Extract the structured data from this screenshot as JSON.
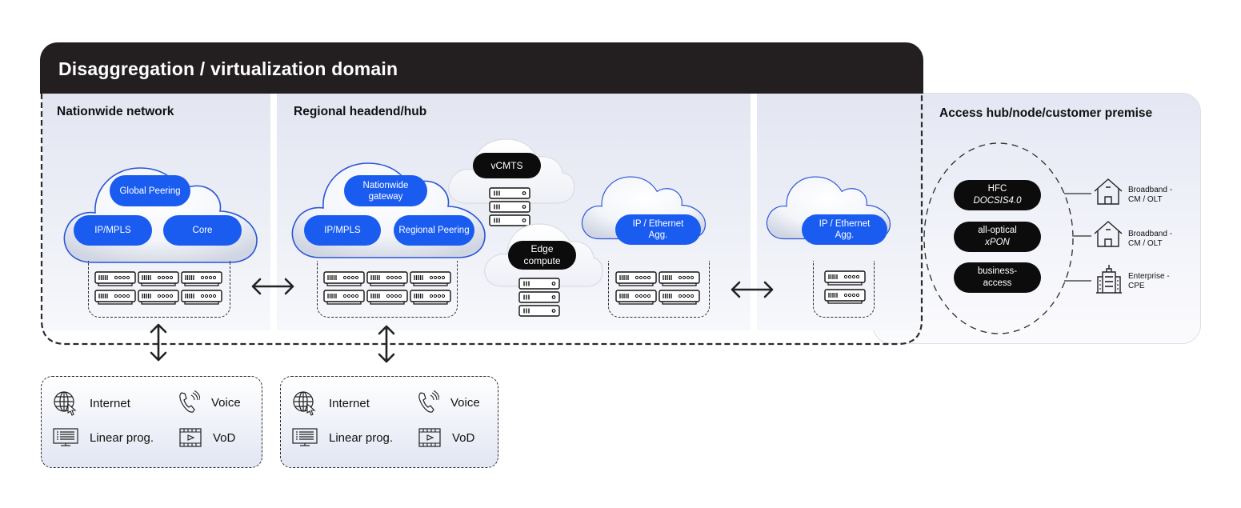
{
  "domain_header": {
    "title": "Disaggregation / virtualization domain"
  },
  "columns": {
    "nationwide": {
      "title": "Nationwide network",
      "cloud_nodes": [
        "Global Peering",
        "IP/MPLS",
        "Core"
      ],
      "server_count": 6
    },
    "regional": {
      "title": "Regional headend/hub",
      "cloud_nodes": [
        "Nationwide gateway",
        "IP/MPLS",
        "Regional Peering"
      ],
      "server_count": 6,
      "vcmts": {
        "label": "vCMTS",
        "server_count": 3
      },
      "edge": {
        "label_line1": "Edge",
        "label_line2": "compute",
        "server_count": 3
      },
      "agg": {
        "label_line1": "IP / Ethernet",
        "label_line2": "Agg.",
        "server_count": 4
      }
    },
    "aggregation": {
      "label_line1": "IP / Ethernet",
      "label_line2": "Agg.",
      "server_count": 2
    },
    "access": {
      "title": "Access hub/node/customer premise",
      "technologies": [
        {
          "line1": "HFC",
          "line2": "DOCSIS4.0",
          "line2_italic": true
        },
        {
          "line1": "all-optical",
          "line2": "xPON",
          "line2_italic": true
        },
        {
          "line1": "business-",
          "line2": "access",
          "line2_italic": false
        }
      ],
      "endpoints": [
        {
          "icon": "house-icon",
          "line1": "Broadband -",
          "line2": "CM / OLT"
        },
        {
          "icon": "house-icon",
          "line1": "Broadband -",
          "line2": "CM / OLT"
        },
        {
          "icon": "office-building-icon",
          "line1": "Enterprise -",
          "line2": "CPE"
        }
      ]
    }
  },
  "services": {
    "nationwide": [
      {
        "icon": "globe-cursor-icon",
        "label": "Internet"
      },
      {
        "icon": "phone-icon",
        "label": "Voice"
      },
      {
        "icon": "tv-guide-icon",
        "label": "Linear prog."
      },
      {
        "icon": "video-film-icon",
        "label": "VoD"
      }
    ],
    "regional": [
      {
        "icon": "globe-cursor-icon",
        "label": "Internet"
      },
      {
        "icon": "phone-icon",
        "label": "Voice"
      },
      {
        "icon": "tv-guide-icon",
        "label": "Linear prog."
      },
      {
        "icon": "video-film-icon",
        "label": "VoD"
      }
    ]
  },
  "colors": {
    "header_bg": "#231f20",
    "pill_blue": "#1a5cf0",
    "pill_dark": "#0c0c0c",
    "cloud_outline": "#2a55d6",
    "panel_bg": "#e4e7f3"
  }
}
